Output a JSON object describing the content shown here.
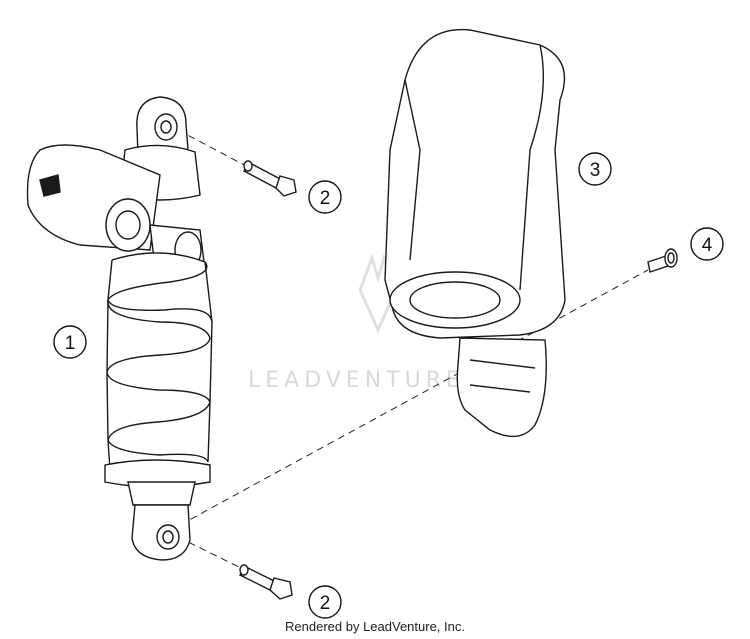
{
  "callouts": {
    "shock_absorber": "1",
    "screw_top": "2",
    "screw_bottom": "2",
    "mud_flap": "3",
    "bolt": "4"
  },
  "watermark": "LEADVENTURE",
  "footer": "Rendered by LeadVenture, Inc.",
  "colors": {
    "line": "#1a1a1a",
    "watermark": "#d4d4d4",
    "background": "#ffffff"
  }
}
